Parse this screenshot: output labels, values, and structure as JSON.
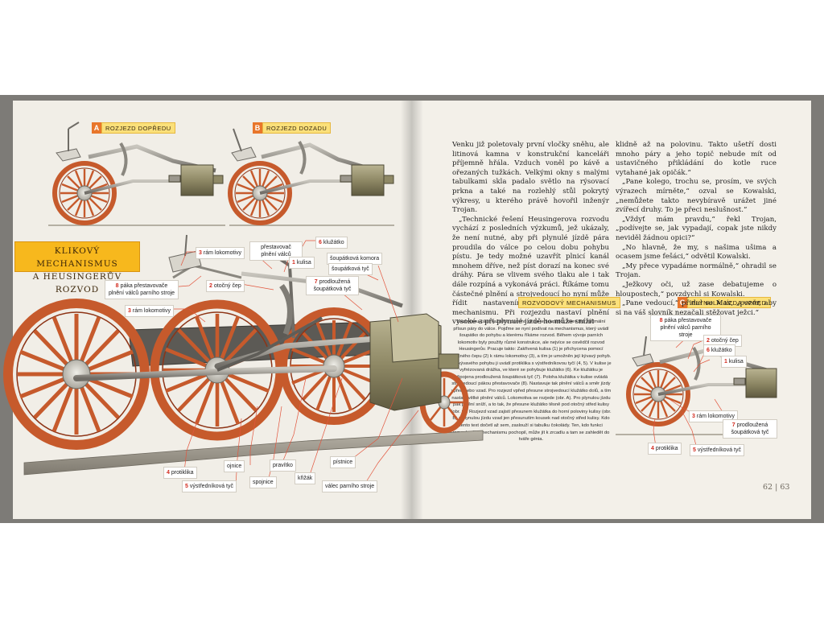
{
  "spread": {
    "page_numbers": "62 | 63"
  },
  "diagrams": {
    "a": {
      "letter": "A",
      "label": "ROZJEZD DOPŘEDU"
    },
    "b": {
      "letter": "B",
      "label": "ROZJEZD DOZADU"
    },
    "c": {
      "letter": "C",
      "label": "PLYNULÁ JÍZDA VPŘED"
    }
  },
  "main_title": {
    "line1": "KLIKOVÝ MECHANISMUS",
    "line2": "A HEUSINGERŮV ROZVOD"
  },
  "callouts_main": {
    "ram_top": {
      "num": "3",
      "text": "rám lokomotivy"
    },
    "prestavovac_valcu": {
      "text": "přestavovač plnění válců"
    },
    "kluzatko": {
      "num": "6",
      "text": "klužátko"
    },
    "kulisa": {
      "num": "1",
      "text": "kulisa"
    },
    "soupatkova_komora": {
      "text": "šoupátková komora"
    },
    "soupatkova_tyc": {
      "text": "šoupátková tyč"
    },
    "paka": {
      "num": "8",
      "text": "páka přestavovače plnění válců parního stroje"
    },
    "otocny_cep": {
      "num": "2",
      "text": "otočný čep"
    },
    "ram_mid": {
      "num": "3",
      "text": "rám lokomotivy"
    },
    "prodlouzena": {
      "num": "7",
      "text": "prodloužená šoupátková tyč"
    },
    "protiklika": {
      "num": "4",
      "text": "protiklika"
    },
    "vystrednikova": {
      "num": "5",
      "text": "výstředníková tyč"
    },
    "ojnice": {
      "text": "ojnice"
    },
    "spojnice": {
      "text": "spojnice"
    },
    "pravitko": {
      "text": "pravítko"
    },
    "kriziak": {
      "text": "křižák"
    },
    "pistnice": {
      "text": "pístnice"
    },
    "valec": {
      "text": "válec parního stroje"
    }
  },
  "callouts_c": {
    "paka": {
      "num": "8",
      "text": "páka přestavovače plnění válců parního stroje"
    },
    "otocny_cep": {
      "num": "2",
      "text": "otočný čep"
    },
    "kluzatko": {
      "num": "6",
      "text": "klužátko"
    },
    "kulisa": {
      "num": "1",
      "text": "kulisa"
    },
    "ram": {
      "num": "3",
      "text": "rám lokomotivy"
    },
    "prodlouzena": {
      "num": "7",
      "text": "prodloužená šoupátková tyč"
    },
    "protiklika": {
      "num": "4",
      "text": "protiklika"
    },
    "vystrednikova": {
      "num": "5",
      "text": "výstředníková tyč"
    }
  },
  "story_col1": [
    "Venku již poletovaly první vločky sněhu, ale litinová kamna v konstrukční kanceláři příjemně hřála. Vzduch voněl po kávě a ořezaných tužkách. Velkými okny s malými tabulkami skla padalo světlo na rýsovací prkna a také na rozlehlý stůl pokrytý výkresy, u kterého právě hovořil inženýr Trojan.",
    "„Technické řešení Heusingerova rozvodu vychází z posledních výzkumů, jež ukázaly, že není nutné, aby při plynulé jízdě pára proudila do válce po celou dobu pohybu pístu. Je tedy možné uzavřít plnicí kanál mnohem dříve, než píst dorazí na konec své dráhy. Pára se vlivem svého tlaku ale i tak dále rozpíná a vykonává práci. Říkáme tomu částečné plnění a strojvedoucí ho nyní může řídit nastavením kulisy klikového mechanismu. Při rozjezdu nastaví plnění vysoké a při plynulé jízdě ho může snížit"
  ],
  "story_col2": [
    "klidně až na polovinu. Takto ušetří dosti mnoho páry a jeho topič nebude mít od ustavičného přikládání do kotle ruce vytahané jak opičák.“",
    "„Pane kolego, trochu se, prosím, ve svých výrazech mírněte,“ ozval se Kowalski, „nemůžete takto nevybíravě urážet jiné zvířecí druhy. To je přeci neslušnost.“",
    "„Vždyť mám pravdu,“ řekl Trojan, „podívejte se, jak vypadají, copak jste nikdy neviděl žádnou opici?“",
    "„No hlavně, že my, s našima ušima a ocasem jsme fešáci,“ odvětil Kowalski.",
    "„My přece vypadáme normálně,“ ohradil se Trojan.",
    "„Ježkovy oči, už zase debatujeme o hloupostech,“ povzdychl si Kowalski.",
    "„Pane vedoucí,“ přidal se Max, „pozor, aby si na váš slovník nezačali stěžovat ježci.“"
  ],
  "mechanism": {
    "heading": "ROZVODOVÝ MECHANISMUS",
    "text": "Nezbytnou částí každého parního stroje je šoupátko, které řídí optimální přísun páry do válce. Pojďme se nyní podívat na mechanismus, který uvádí šoupátko do pohybu a kterému říkáme rozvod. Během vývoje parních lokomotiv byly použity různé konstrukce, ale nejvíce se osvědčil rozvod Heusingerův. Pracuje takto: Zakřivená kulisa (1) je přichycena pomocí otočného čepu (2) k rámu lokomotivy (3), a tím je umožněn její kývavý pohyb. Do kývavého pohybu ji uvádí protiklika s výstředníkovou tyčí (4, 5). V kulise je vyfrézovaná drážka, ve které se pohybuje klužátko (6). Ke klužátku je připojena prodloužená šoupátková tyč (7). Poloha klužátka v kulise ovládá strojvedoucí pákou přestavovače (8). Nastavuje tak plnění válců a směr jízdy vpřed nebo vzad. Pro rozjezd vpřed přesune strojvedoucí klužátko dolů, a tím nastaví vělké plnění válců. Lokomotiva se rozjede (obr. A). Pro plynulou jízdu pak plnění sníží, a to tak, že přesune klužátko těsně pod otočný střed kulisy (obr. C). Rozjezd vzad zajistí přesunem klužátka do horní poloviny kulisy (obr. B) a plynulou jízdu vzad jen přesunutím kousek nad otočný střed kulisy. Kdo tento text dočetl až sem, zaslouží si tabulku čokolády. Ten, kdo funkci rozvodového mechanismu pochopil, může jít k zrcadlu a tam se zahledět do tváře génia."
  },
  "colors": {
    "wheel": "#c65a2c",
    "wheel_dark": "#8d3416",
    "tag_orange": "#e8762b",
    "tag_yellow": "#fbe07a",
    "title_yellow": "#f7b81d",
    "callout_red": "#d22a1e",
    "leader": "#e2553d"
  }
}
